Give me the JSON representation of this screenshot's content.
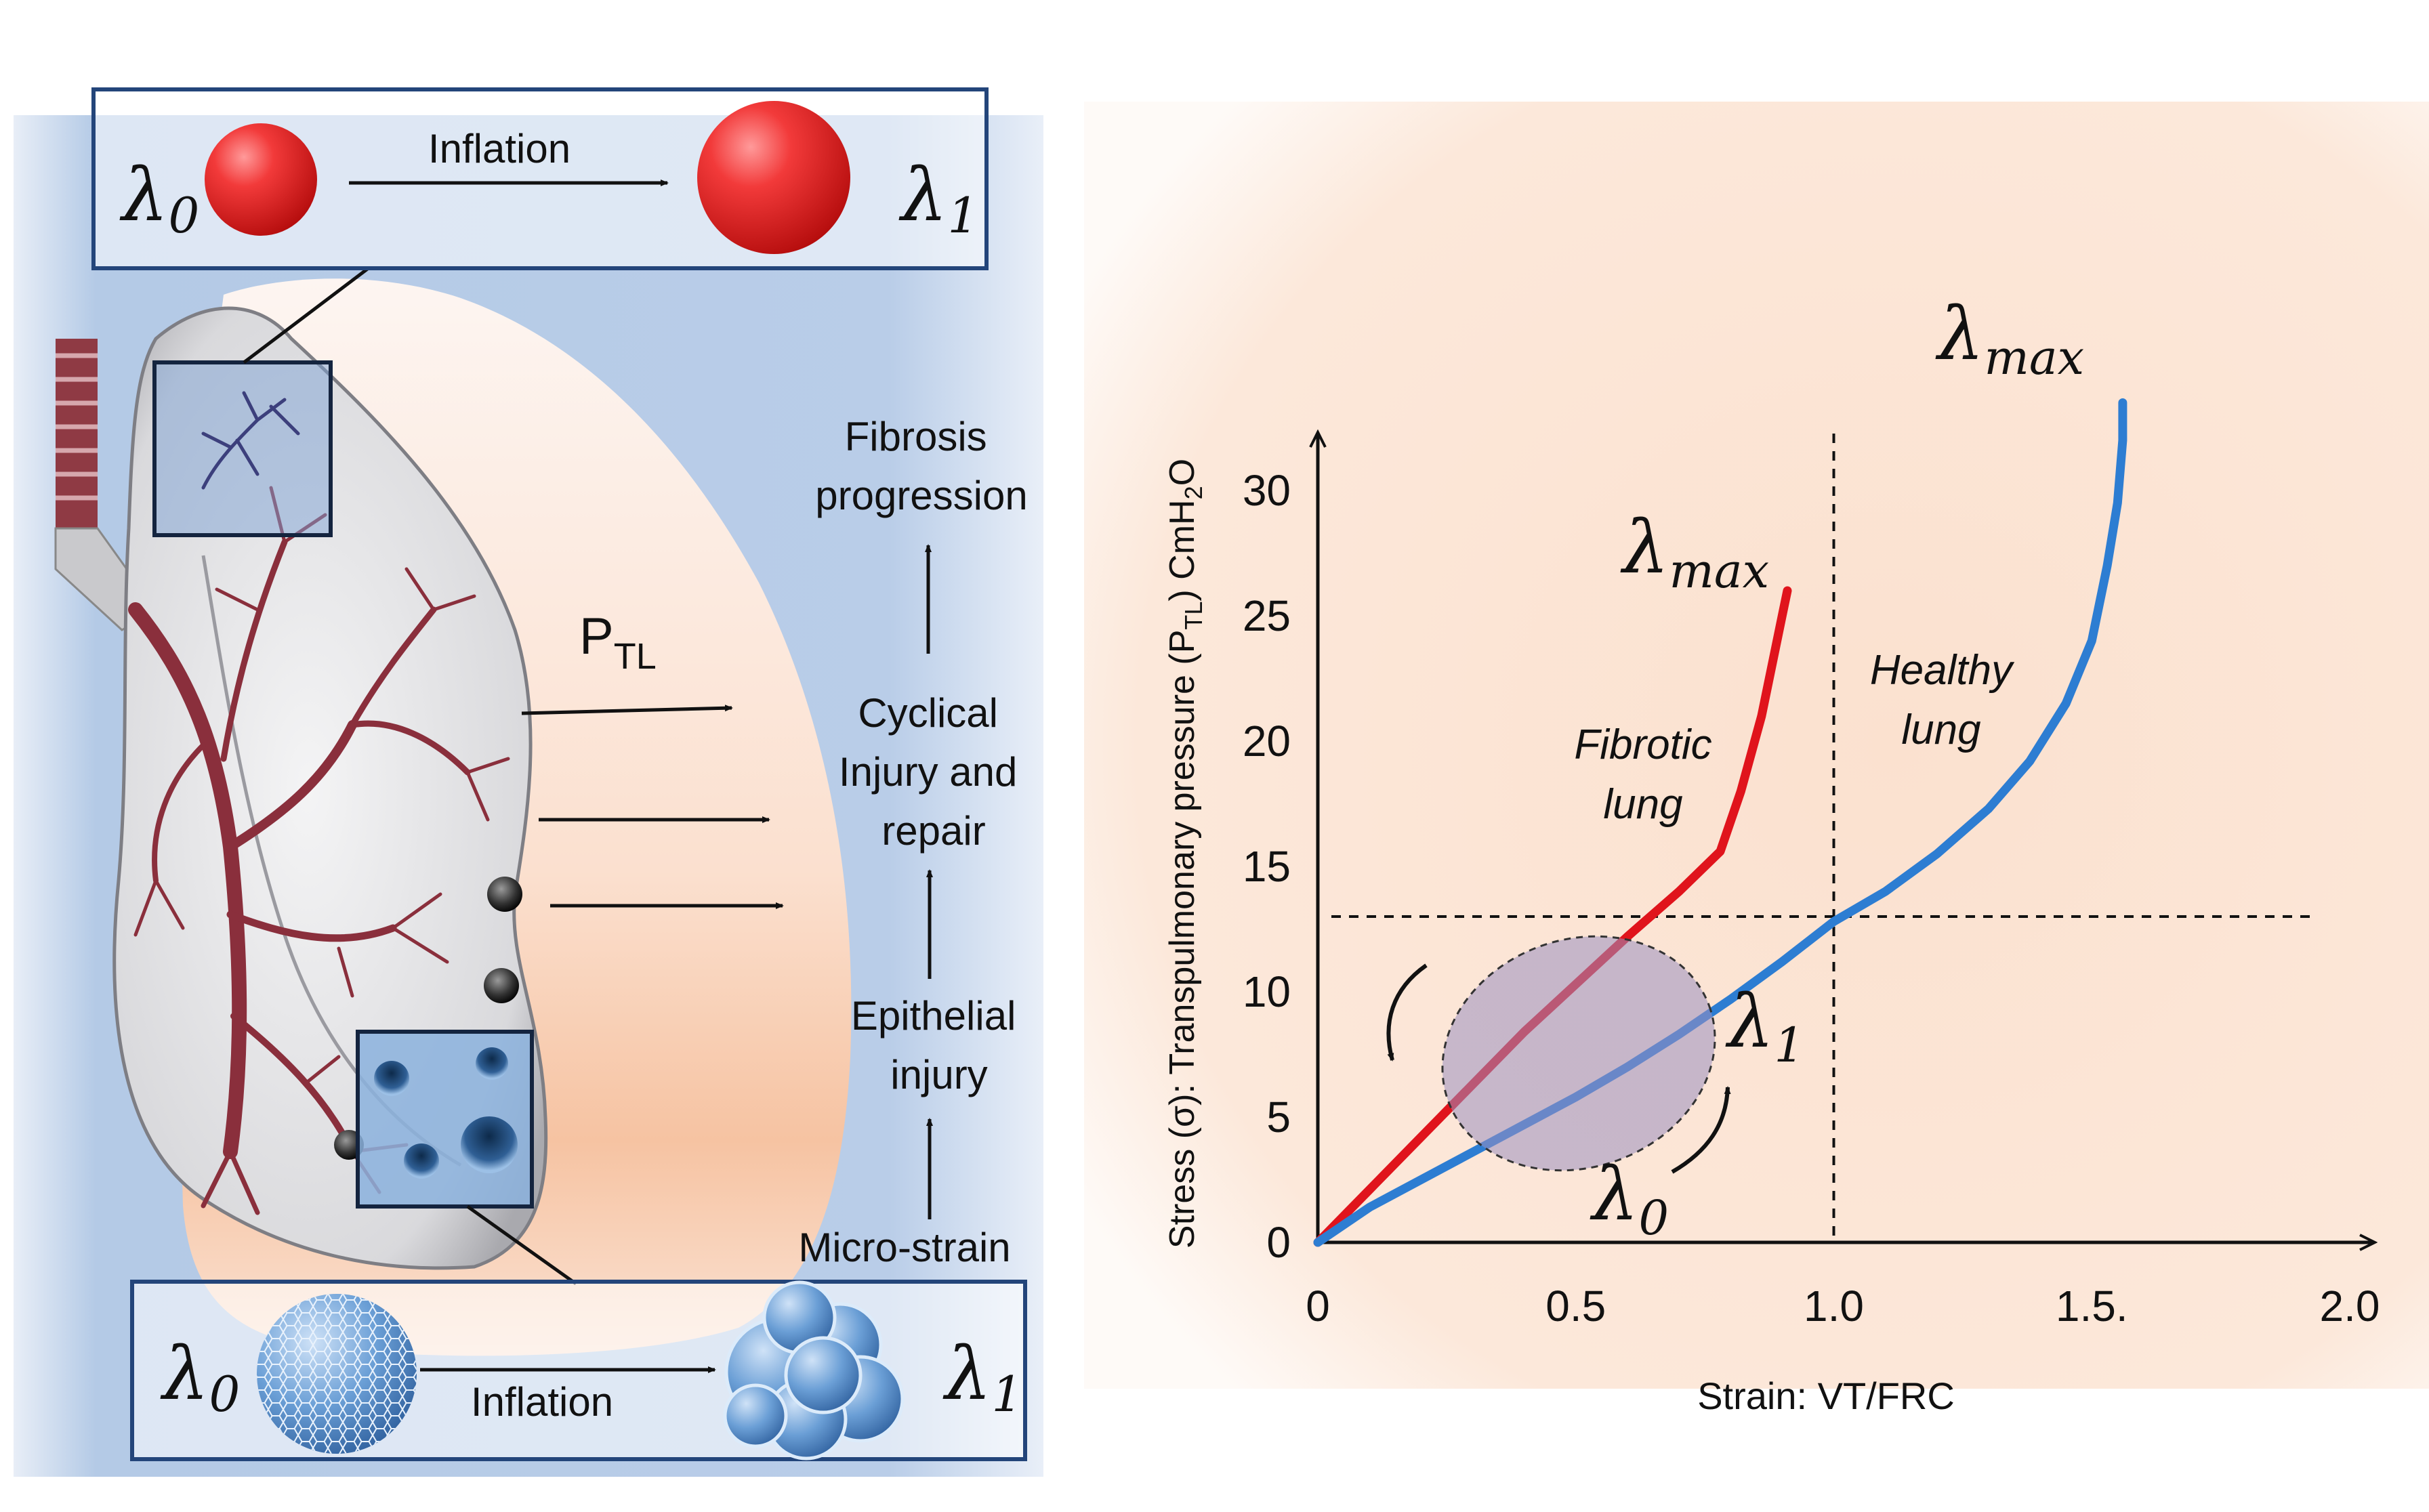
{
  "top_box": {
    "lambda0": "λ",
    "lambda0_sub": "0",
    "lambda1": "λ",
    "lambda1_sub": "1",
    "inflation_label": "Inflation"
  },
  "bottom_box": {
    "lambda0": "λ",
    "lambda0_sub": "0",
    "lambda1": "λ",
    "lambda1_sub": "1",
    "inflation_label": "Inflation"
  },
  "lung": {
    "ptl_label": "P",
    "ptl_sub": "TL"
  },
  "flow": {
    "step1": "Micro-strain",
    "step2": [
      "Epithelial",
      "injury"
    ],
    "step3": [
      "Cyclical",
      "Injury and",
      "repair"
    ],
    "step4": [
      "Fibrosis",
      "progression"
    ]
  },
  "chart_data": {
    "type": "line",
    "xlabel": "Strain: VT/FRC",
    "ylabel_pre": "Stress (σ): Transpulmonary pressure (P",
    "ylabel_sub": "TL",
    "ylabel_post": ") CmH",
    "ylabel_sub2": "2",
    "ylabel_end": "O",
    "xlim": [
      0,
      2.0
    ],
    "ylim": [
      0,
      32
    ],
    "x_ticks": [
      0,
      0.5,
      1.0,
      1.5,
      2.0
    ],
    "x_tick_labels": [
      "0",
      "0.5",
      "1.0",
      "1.5.",
      "2.0"
    ],
    "y_ticks": [
      0,
      5,
      10,
      15,
      20,
      25,
      30
    ],
    "y_tick_labels": [
      "0",
      "5",
      "10",
      "15",
      "20",
      "25",
      "30"
    ],
    "reference_lines": {
      "x": 1.0,
      "y": 13
    },
    "series": [
      {
        "name": "Fibrotic lung",
        "label_lines": [
          "Fibrotic",
          "lung"
        ],
        "color": "#e0141c",
        "x": [
          0,
          0.1,
          0.2,
          0.3,
          0.4,
          0.5,
          0.6,
          0.7,
          0.78,
          0.82,
          0.86,
          0.88,
          0.9,
          0.91
        ],
        "y": [
          0,
          2.1,
          4.2,
          6.3,
          8.4,
          10.3,
          12.2,
          14.0,
          15.6,
          18,
          21,
          23,
          25,
          26
        ]
      },
      {
        "name": "Healthy lung",
        "label_lines": [
          "Healthy",
          "lung"
        ],
        "color": "#2d7dd2",
        "x": [
          0,
          0.1,
          0.2,
          0.3,
          0.4,
          0.5,
          0.6,
          0.7,
          0.8,
          0.9,
          1.0,
          1.1,
          1.2,
          1.3,
          1.38,
          1.45,
          1.5,
          1.53,
          1.55,
          1.56,
          1.56
        ],
        "y": [
          0,
          1.4,
          2.5,
          3.6,
          4.7,
          5.8,
          7.0,
          8.3,
          9.7,
          11.2,
          12.8,
          14.0,
          15.5,
          17.3,
          19.2,
          21.5,
          24,
          27,
          29.5,
          32,
          33.5
        ]
      }
    ],
    "ellipse_color": "#9b8fbf",
    "annotations": {
      "lambda_max_fibrotic": "λ",
      "lambda_max_fibrotic_sub": "max",
      "lambda_max_healthy": "λ",
      "lambda_max_healthy_sub": "max",
      "lambda1": "λ",
      "lambda1_sub": "1",
      "lambda0": "λ",
      "lambda0_sub": "0"
    }
  },
  "colors": {
    "left_bg": "#b9cde6",
    "right_bg": "#fbe3d2",
    "box_border": "#23457a",
    "axis": "#111111"
  }
}
